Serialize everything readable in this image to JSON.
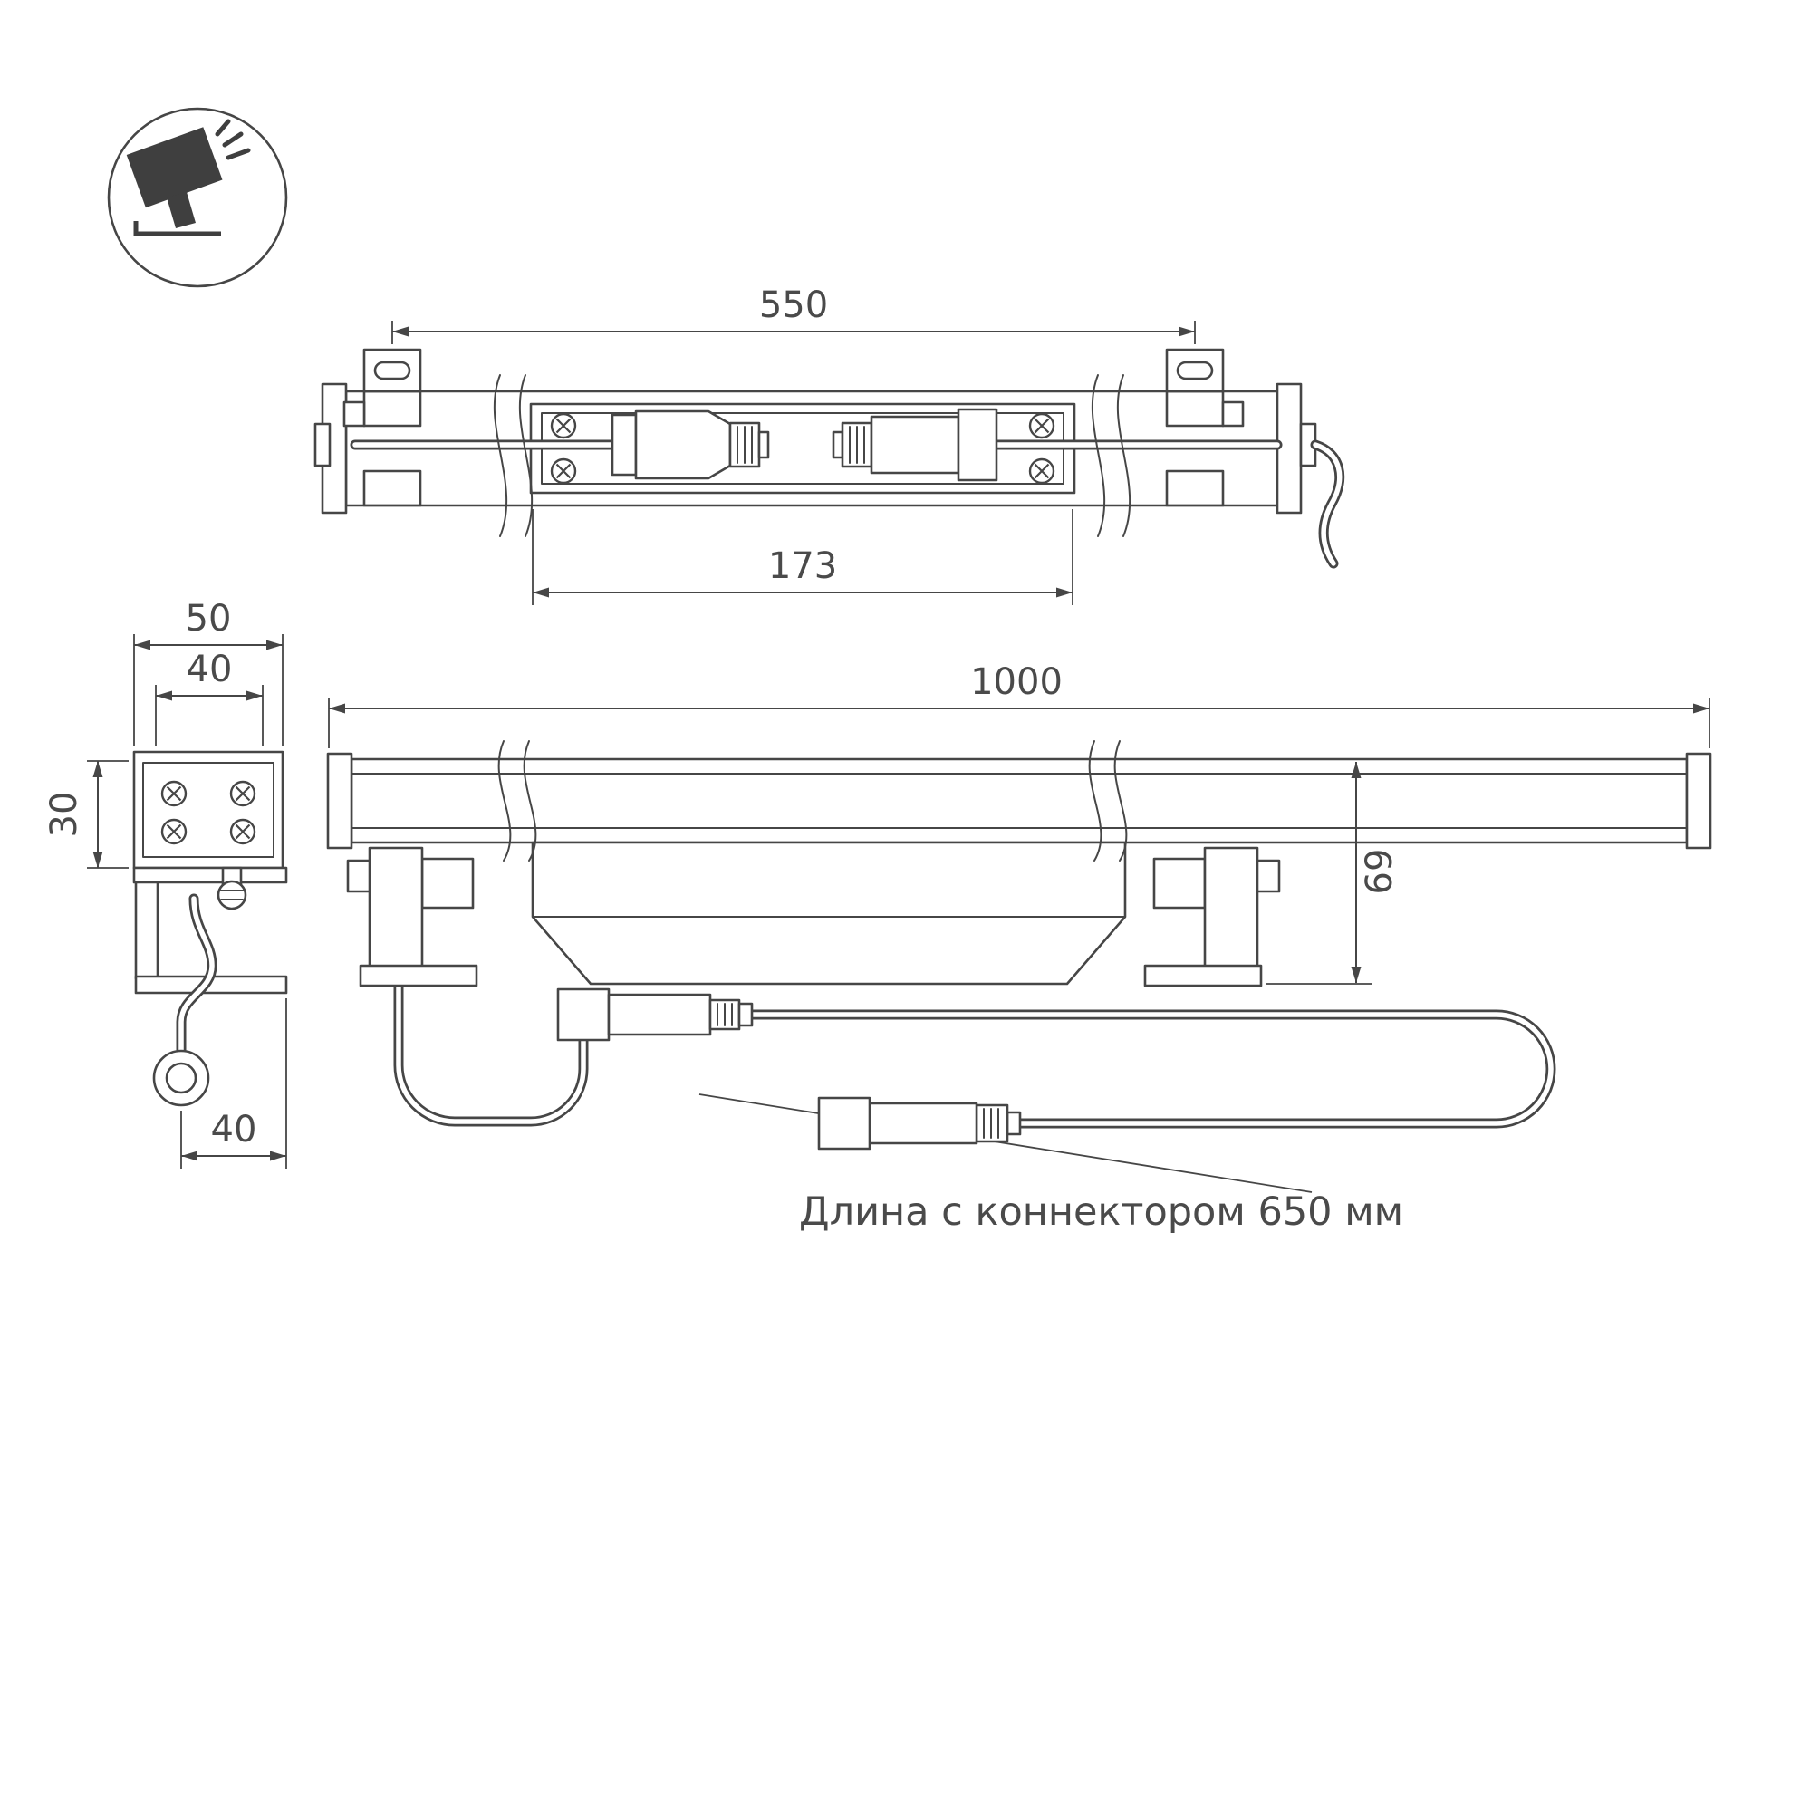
{
  "drawing": {
    "background": "#ffffff",
    "line_color": "#464646",
    "icon": {
      "name": "floodlight",
      "fill": "#3f3f3f"
    },
    "top_view": {
      "dim_550": "550",
      "dim_173": "173"
    },
    "end_view": {
      "dim_50": "50",
      "dim_40_top": "40",
      "dim_30": "30",
      "dim_40_bottom": "40"
    },
    "side_view": {
      "dim_1000": "1000",
      "dim_69": "69",
      "note": "Длина с коннектором 650 мм"
    }
  }
}
